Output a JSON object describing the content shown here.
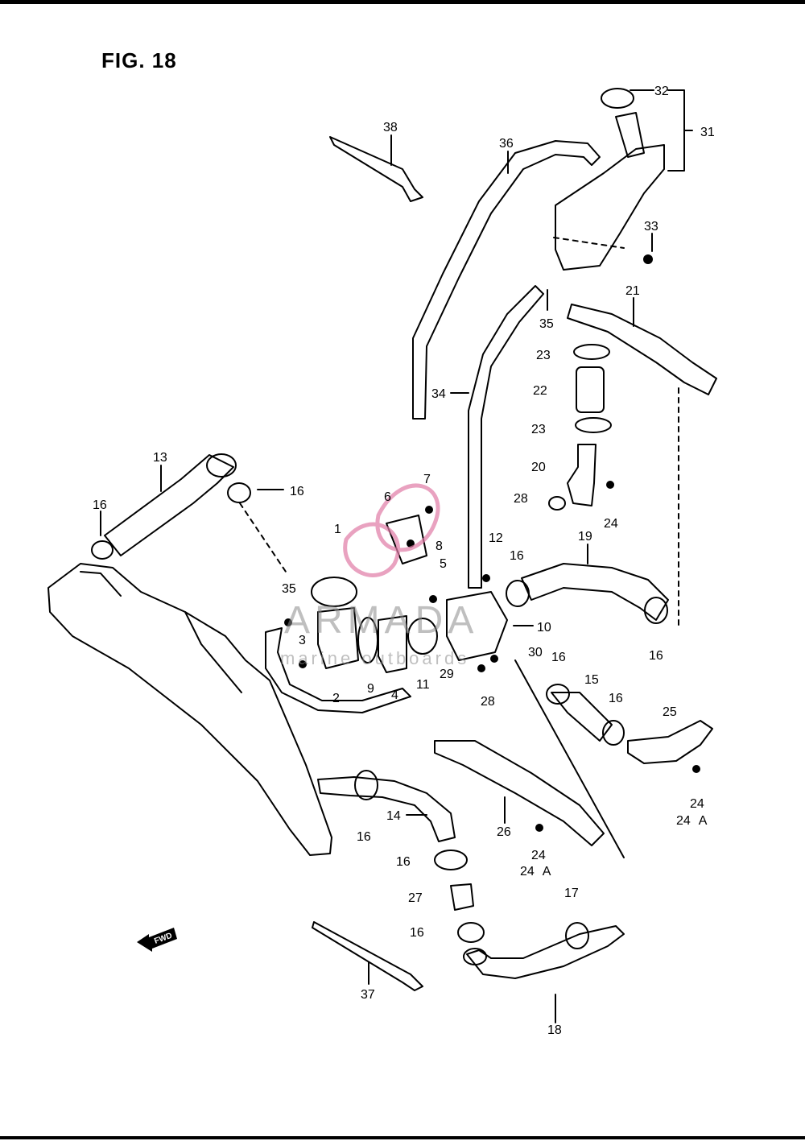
{
  "figure": {
    "title": "FIG. 18"
  },
  "callouts": [
    "1",
    "2",
    "3",
    "4",
    "5",
    "6",
    "7",
    "8",
    "9",
    "10",
    "11",
    "12",
    "13",
    "14",
    "15",
    "16",
    "17",
    "18",
    "19",
    "20",
    "21",
    "22",
    "23",
    "24",
    "25",
    "26",
    "27",
    "28",
    "29",
    "30",
    "31",
    "32",
    "33",
    "34",
    "35",
    "36",
    "37",
    "38"
  ],
  "callout_suffix": "A",
  "fwd_marker": "FWD",
  "watermark": {
    "brand": "ARMADA",
    "tagline": "marine outboards",
    "color": "#e07aa5"
  }
}
